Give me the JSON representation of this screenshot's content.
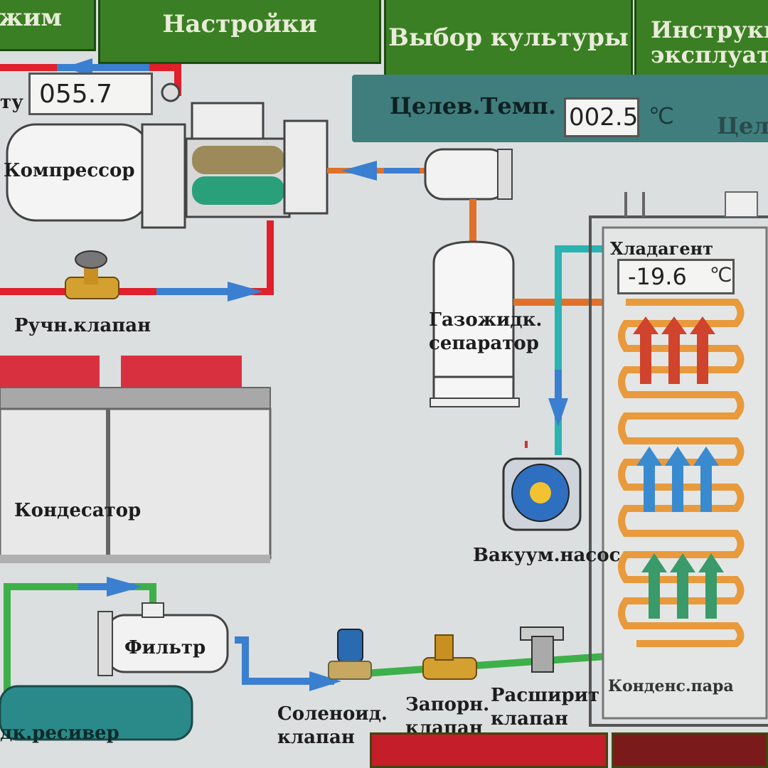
{
  "nav": {
    "mode": "жим",
    "settings": "Настройки",
    "crop": "Выбор культуры",
    "manual_line1": "Инструкц",
    "manual_line2": "эксплуат"
  },
  "compressor": {
    "reading_label": "ту",
    "reading_value": "055.7",
    "label": "Компрессор"
  },
  "target": {
    "label": "Целев.Темп.",
    "value": "002.5",
    "unit": "℃",
    "label_partial": "Целе"
  },
  "refrigerant": {
    "label": "Хладагент",
    "value": "-19.6",
    "unit": "℃"
  },
  "components": {
    "manual_valve": "Ручн.клапан",
    "separator_line1": "Газожидк.",
    "separator_line2": "сепаратор",
    "condenser": "Кондесатор",
    "vacuum_pump": "Вакуум.насос",
    "filter": "Фильтр",
    "receiver": "дк.ресивер",
    "solenoid_line1": "Соленоид.",
    "solenoid_line2": "клапан",
    "stop_line1": "Запорн.",
    "stop_line2": "клапан",
    "expansion_line1": "Расширит",
    "expansion_line2": "клапан",
    "condensate": "Конденс.пара"
  },
  "colors": {
    "nav_green": "#3b7f24",
    "panel_teal": "#3f7e7c",
    "pipe_red": "#e0202a",
    "pipe_blue": "#3a7fd0",
    "pipe_green": "#3db04a",
    "pipe_orange": "#e0702a",
    "pipe_teal": "#2ab3b0",
    "coil_orange": "#e89a3c",
    "arrow_red": "#d0432c",
    "arrow_blue": "#3a8ad0",
    "arrow_green": "#3a9a6a"
  }
}
